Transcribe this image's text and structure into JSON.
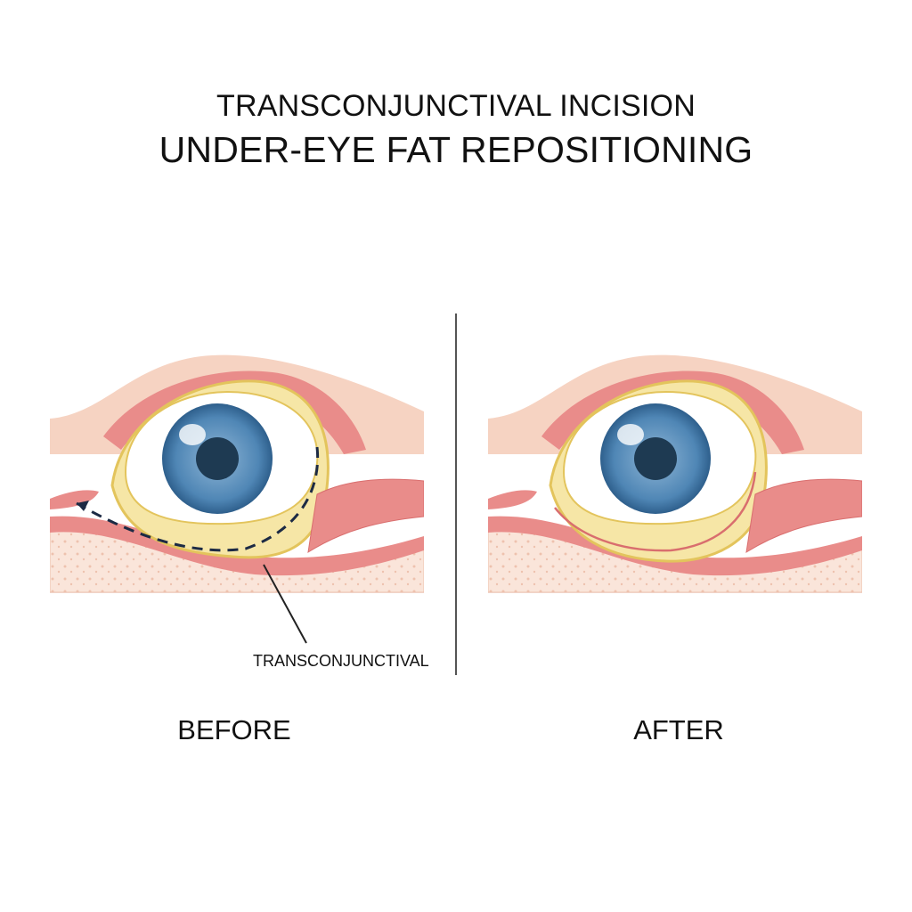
{
  "title": {
    "line1": "TRANSCONJUNCTIVAL INCISION",
    "line2": "UNDER-EYE FAT REPOSITIONING"
  },
  "panels": {
    "before": {
      "label": "BEFORE",
      "callout": "TRANSCONJUNCTIVAL"
    },
    "after": {
      "label": "AFTER"
    }
  },
  "colors": {
    "skin": "#f6d3c2",
    "skin_dark": "#eab7a1",
    "muscle": "#e98c8a",
    "muscle_dark": "#d96e6e",
    "fat": "#f6e6a6",
    "fat_edge": "#e3c45c",
    "iris": "#4f86b5",
    "iris_light": "#8fb6d6",
    "pupil": "#1e3a52",
    "incision": "#1c2a44"
  }
}
